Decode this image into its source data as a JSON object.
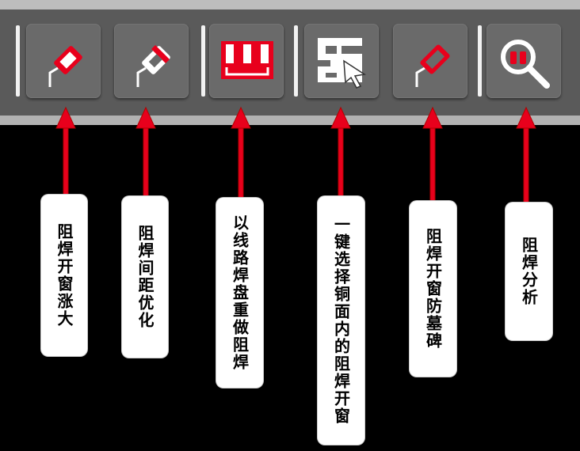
{
  "toolbar": {
    "buttons": [
      {
        "icon": "solder-mask-expand-icon"
      },
      {
        "icon": "solder-mask-spacing-icon"
      },
      {
        "icon": "pad-redo-mask-icon"
      },
      {
        "icon": "select-copper-mask-icon"
      },
      {
        "icon": "solder-mask-tombstone-icon"
      },
      {
        "icon": "solder-mask-analysis-icon"
      }
    ]
  },
  "callouts": [
    {
      "text": "阻焊开窗涨大"
    },
    {
      "text": "阻焊间距优化"
    },
    {
      "text": "以线路焊盘重做阻焊"
    },
    {
      "text": "一键选择铜面内的阻焊开窗"
    },
    {
      "text": "阻焊开窗防墓碑"
    },
    {
      "text": "阻焊分析"
    }
  ],
  "colors": {
    "accent": "#e8001c",
    "toolbar": "#5a5a5a",
    "button": "#6a6a6a",
    "background": "#000000"
  }
}
